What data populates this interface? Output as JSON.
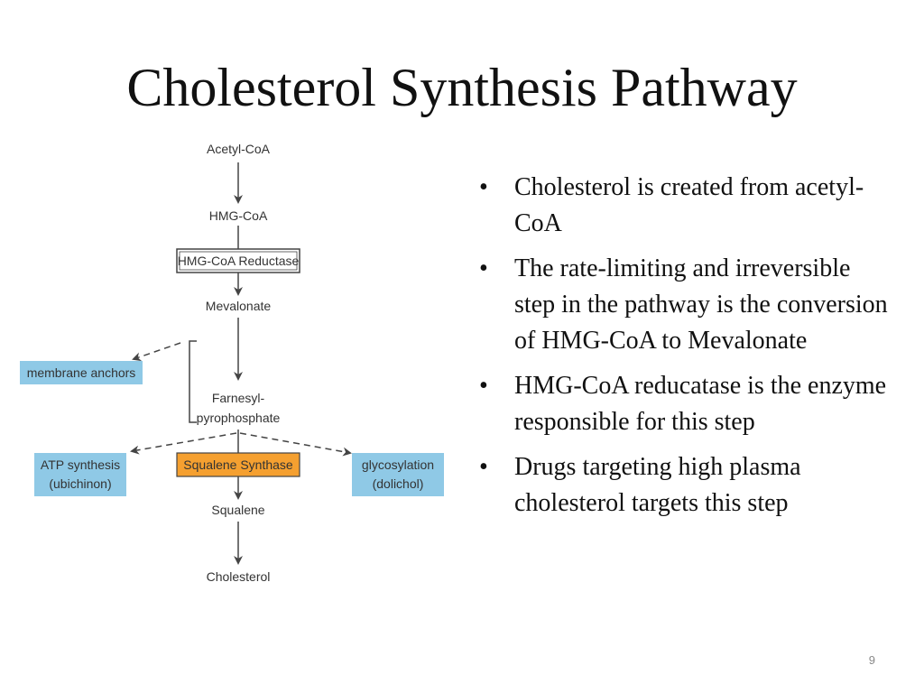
{
  "slide": {
    "title": "Cholesterol Synthesis Pathway",
    "page_number": "9"
  },
  "diagram": {
    "main_nodes": {
      "acetyl_coa": "Acetyl-CoA",
      "hmg_coa": "HMG-CoA",
      "hmg_coa_reductase": "HMG-CoA Reductase",
      "mevalonate": "Mevalonate",
      "farnesyl_line1": "Farnesyl-",
      "farnesyl_line2": "pyrophosphate",
      "squalene_synthase": "Squalene Synthase",
      "squalene": "Squalene",
      "cholesterol": "Cholesterol"
    },
    "side_nodes": {
      "membrane_anchors": "membrane anchors",
      "atp_line1": "ATP synthesis",
      "atp_line2": "(ubichinon)",
      "glyco_line1": "glycosylation",
      "glyco_line2": "(dolichol)"
    },
    "colors": {
      "side_box_fill": "#8fc9e6",
      "enzyme_fill": "#f5a030",
      "line": "#444444"
    }
  },
  "bullets": [
    "Cholesterol is created from acetyl-CoA",
    "The rate-limiting and irreversible step in the pathway is the conversion of HMG-CoA to Mevalonate",
    "HMG-CoA reducatase is the enzyme responsible for this step",
    "Drugs targeting high plasma cholesterol targets this step"
  ]
}
